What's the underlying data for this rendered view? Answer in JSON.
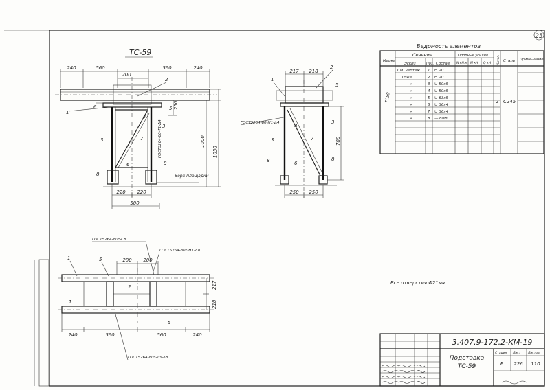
{
  "page_number": "25",
  "views": {
    "front": {
      "title": "ТС-59",
      "dims_top": [
        "240",
        "560",
        "200",
        "560",
        "240"
      ],
      "dims_right": [
        "250",
        "1000",
        "1050"
      ],
      "dims_bottom_a": [
        "220",
        "220"
      ],
      "dims_bottom_b": "500",
      "labels": [
        "1",
        "2",
        "3",
        "3",
        "4",
        "5",
        "6",
        "6",
        "7",
        "8",
        "8"
      ],
      "weld_note": "ГОСТ5264-80-Т1-Δ4",
      "level_note": "Верх площадки"
    },
    "side": {
      "dims_top": [
        "217",
        "218"
      ],
      "dims_right": "780",
      "dims_bottom": [
        "250",
        "250"
      ],
      "labels": [
        "1",
        "2",
        "3",
        "3",
        "4",
        "5",
        "6",
        "7",
        "8",
        "8"
      ],
      "weld_note": "ГОСТ5264-80-Н1-Δ4"
    },
    "plan": {
      "dims_top": [
        "200",
        "200"
      ],
      "dims_right": [
        "217",
        "218"
      ],
      "dims_bottom": [
        "240",
        "560",
        "560",
        "240"
      ],
      "labels": [
        "1",
        "1",
        "5",
        "2",
        "5"
      ],
      "weld_notes": [
        "ГОСТ5264-80*-С8",
        "ГОСТ5264-80*-Н1-Δ8",
        "ГОСТ5264-80*-Т3-Δ8"
      ]
    }
  },
  "holes_note": "Все отверстия  Φ21мм.",
  "spec": {
    "title": "Ведомость элементов",
    "headers": {
      "mark": "Марка",
      "section": "Сечение",
      "sketch": "Эскиз",
      "pos": "Поз.",
      "composition": "Состав",
      "forces": "Опорные усилия",
      "N": "N кН.м",
      "M": "М кН",
      "Q": "Q кН",
      "cat": "Катег.",
      "steel": "Сталь",
      "note": "Приме-чание"
    },
    "mark": "ТС59",
    "sketch_rows": [
      "См. чертеж",
      "Тоже",
      "»",
      "»",
      "»",
      "»",
      "»",
      "»"
    ],
    "pos": [
      "1",
      "2",
      "3",
      "4",
      "5",
      "6",
      "7",
      "8"
    ],
    "composition": [
      "⊏ 20",
      "⊏ 20",
      "∟ 50х5",
      "∟ 50х5",
      "∟ 63х5",
      "∟ 36х4",
      "∟ 36х4",
      "— б=8"
    ],
    "category": "2",
    "steel": "С245"
  },
  "title_block": {
    "code": "3.407.9-172.2-КМ-19",
    "name_line1": "Подставка",
    "name_line2": "ТС-59",
    "stage_label": "Стадия",
    "sheet_label": "Лист",
    "sheets_label": "Листов",
    "stage": "Р",
    "sheet": "226",
    "sheets": "110"
  }
}
